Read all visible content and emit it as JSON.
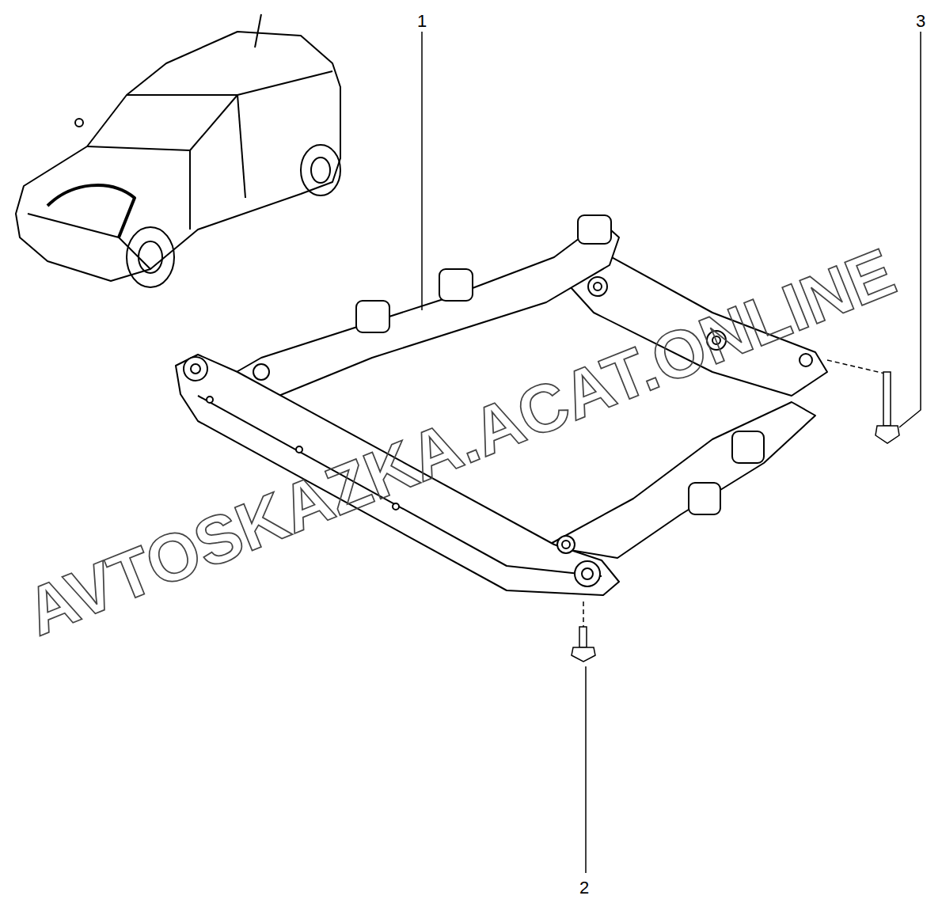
{
  "diagram": {
    "labels": [
      "1",
      "2",
      "3",
      "AVTOSKAZKA.ACAT.ONLINE"
    ]
  }
}
